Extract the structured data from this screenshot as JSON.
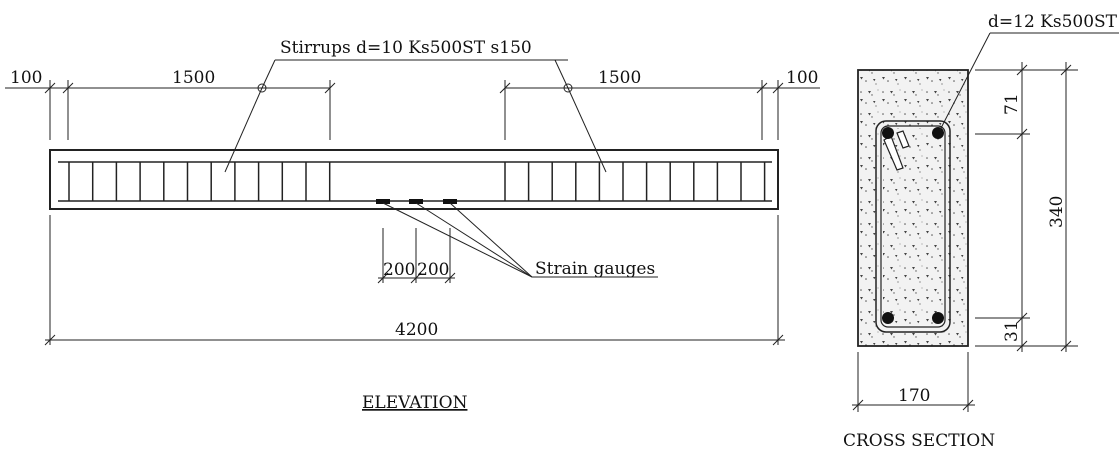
{
  "elevation": {
    "stirrups_label": "Stirrups  d=10 Ks500ST s150",
    "end_dim_left": "100",
    "end_dim_right": "100",
    "zone_dim_left": "1500",
    "zone_dim_right": "1500",
    "gauge_spacing_1": "200",
    "gauge_spacing_2": "200",
    "gauges_label": "Strain gauges",
    "length_dim": "4200",
    "title": "ELEVATION"
  },
  "section": {
    "bar_label": "d=12 Ks500ST",
    "top_cover_dim": "71",
    "height_dim": "340",
    "bottom_cover_dim": "31",
    "width_dim": "170",
    "title": "CROSS SECTION"
  }
}
